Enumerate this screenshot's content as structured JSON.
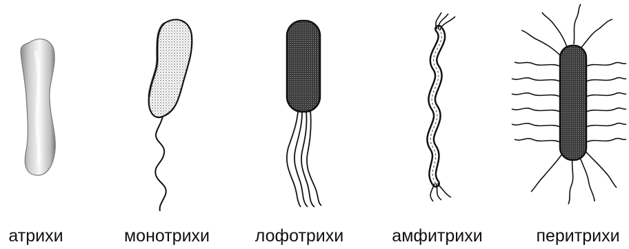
{
  "cells": [
    {
      "label": "атрихи"
    },
    {
      "label": "монотрихи"
    },
    {
      "label": "лофотрихи"
    },
    {
      "label": "амфитрихи"
    },
    {
      "label": "перитрихи"
    }
  ]
}
